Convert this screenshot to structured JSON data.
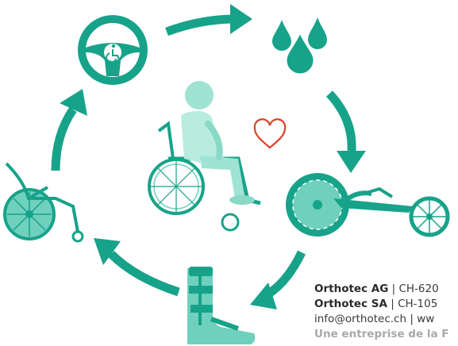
{
  "colors": {
    "teal": "#17a38a",
    "teal_light": "#6fd0bd",
    "heart": "#d9412a",
    "text": "#3a3a3a"
  },
  "icons": [
    "steering-wheel-icon",
    "water-drops-icon",
    "handbike-icon",
    "orthosis-boot-icon",
    "wheelchair-icon",
    "person-in-wheelchair-icon",
    "heart-icon"
  ],
  "contact": {
    "company1_name": "Orthotec AG",
    "company1_rest": " | CH-620",
    "company2_name": "Orthotec SA",
    "company2_rest": " | CH-105",
    "email": "info@orthotec.ch | ww",
    "tagline": "Une entreprise de la F"
  }
}
